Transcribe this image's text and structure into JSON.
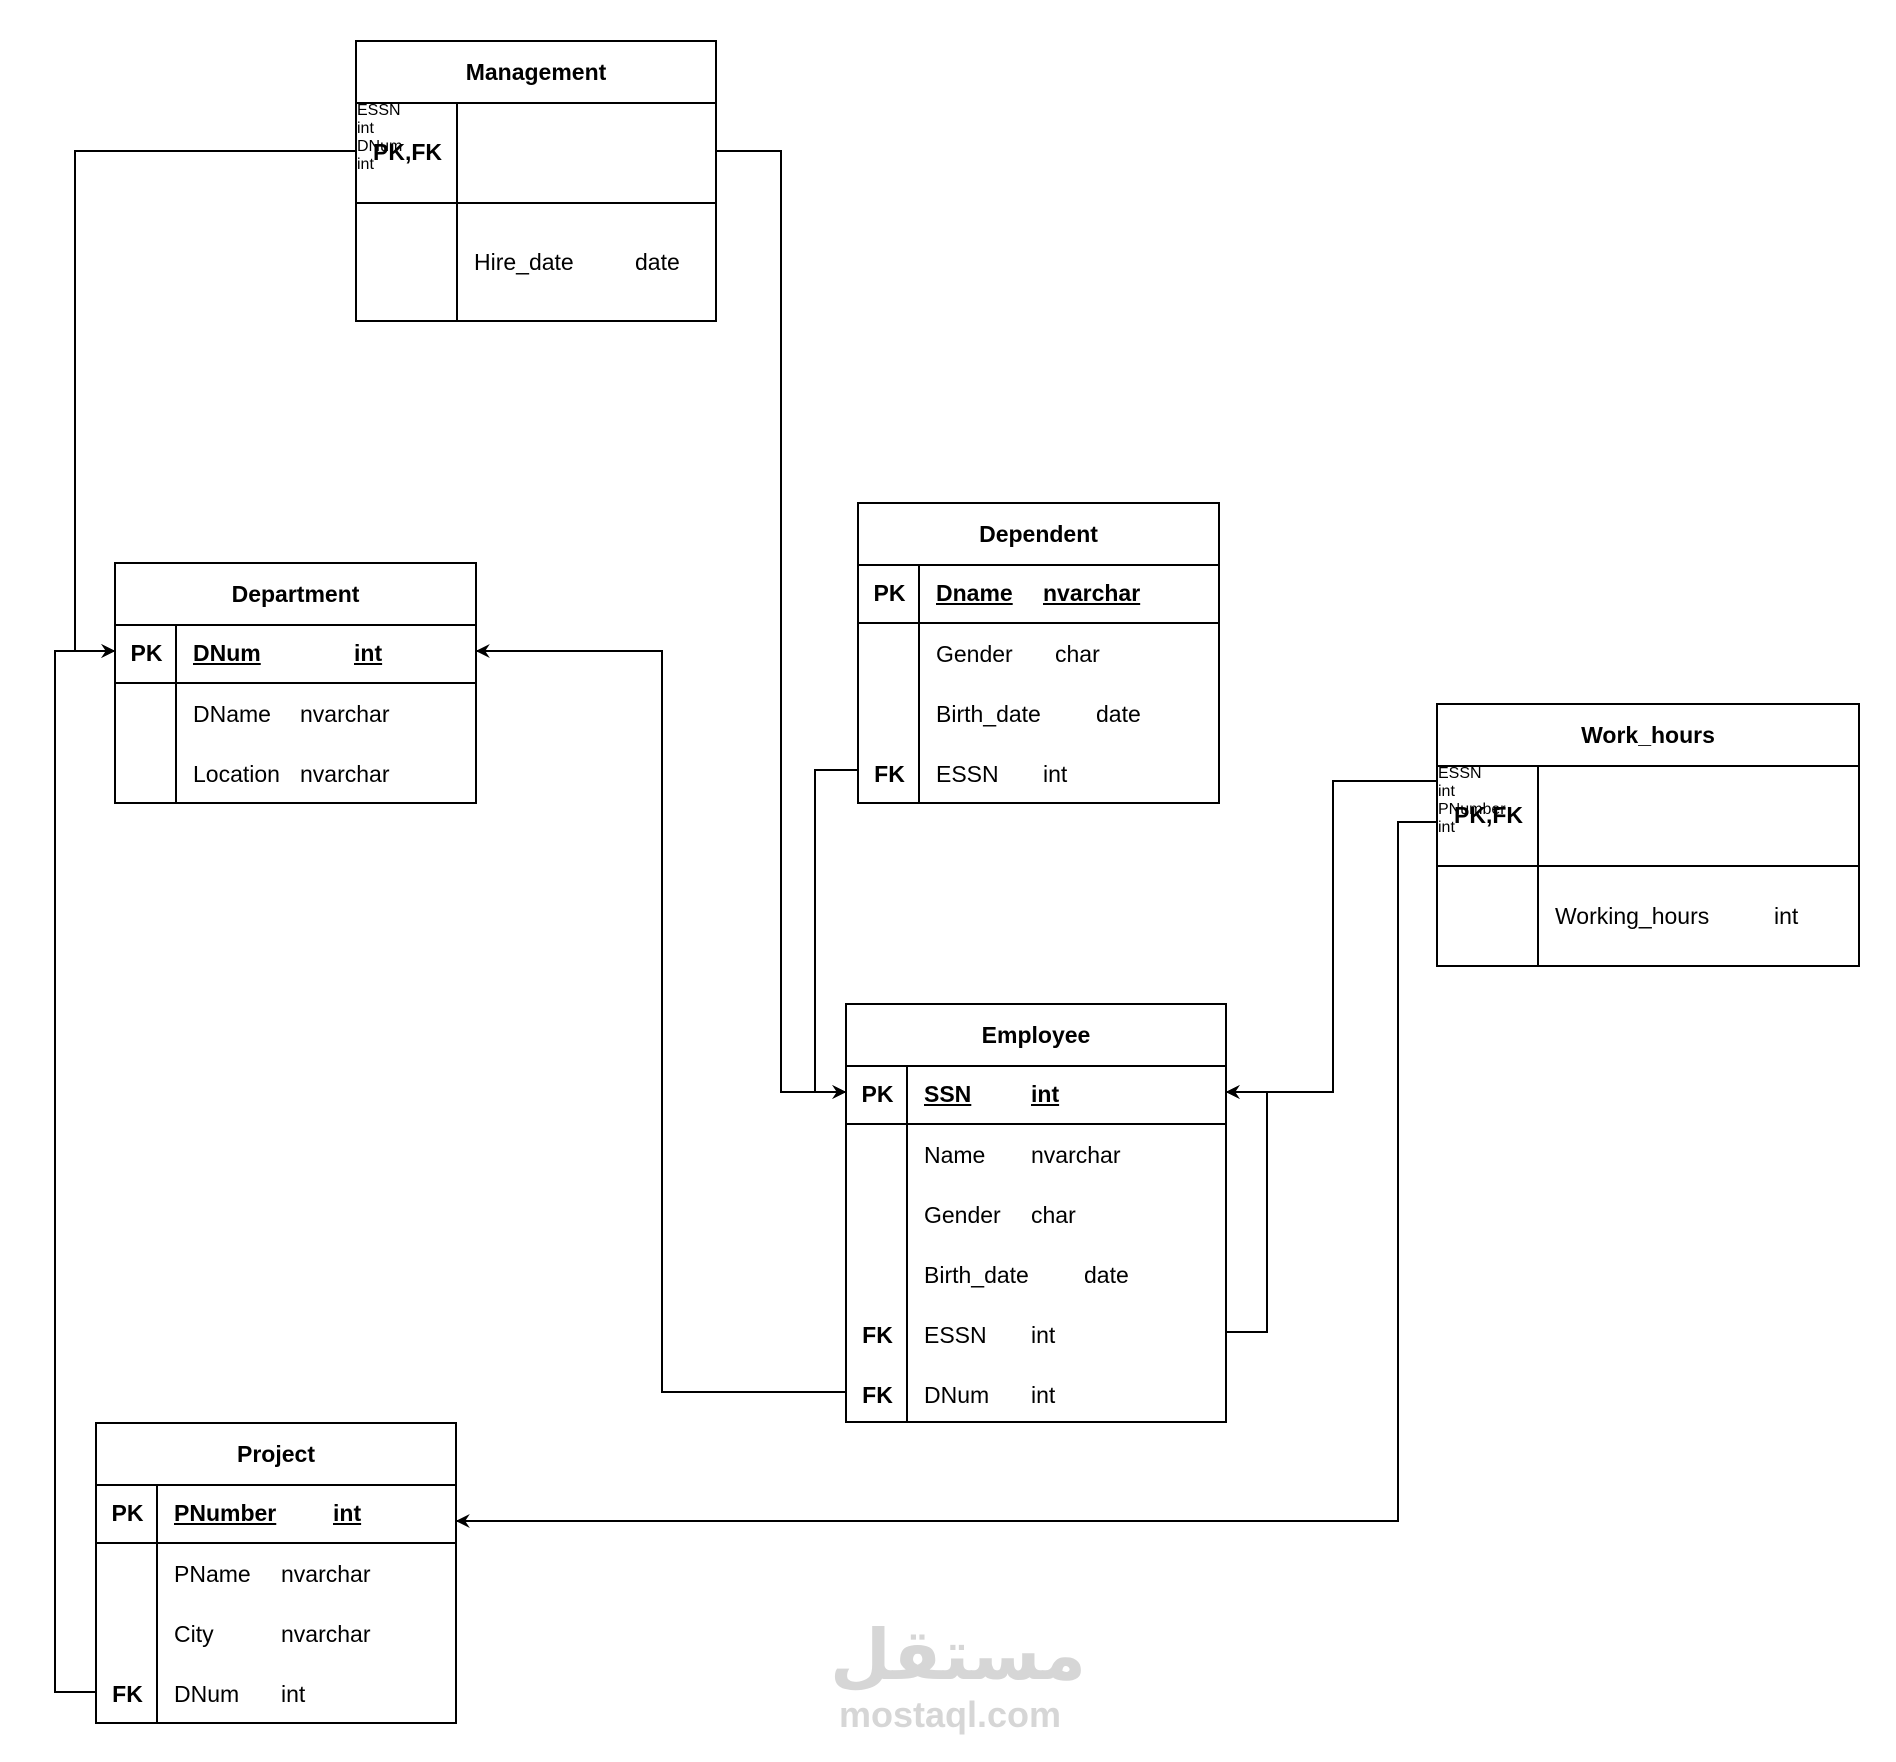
{
  "tables": {
    "management": {
      "title": "Management",
      "key_label": "PK,FK",
      "pk1_name": "ESSN",
      "pk1_type": "int",
      "pk2_name": "DNum",
      "pk2_type": "int",
      "attr1_name": "Hire_date",
      "attr1_type": "date"
    },
    "department": {
      "title": "Department",
      "pk_key": "PK",
      "pk_name": "DNum",
      "pk_type": "int",
      "attrs": [
        {
          "key": "",
          "name": "DName",
          "type": "nvarchar"
        },
        {
          "key": "",
          "name": "Location",
          "type": "nvarchar"
        }
      ]
    },
    "dependent": {
      "title": "Dependent",
      "pk_key": "PK",
      "pk_name": "Dname",
      "pk_type": "nvarchar",
      "attrs": [
        {
          "key": "",
          "name": "Gender",
          "type": "char"
        },
        {
          "key": "",
          "name": "Birth_date",
          "type": "date"
        },
        {
          "key": "FK",
          "name": "ESSN",
          "type": "int"
        }
      ]
    },
    "work_hours": {
      "title": "Work_hours",
      "key_label": "PK,FK",
      "pk1_name": "ESSN",
      "pk1_type": "int",
      "pk2_name": "PNumber",
      "pk2_type": "int",
      "attr1_name": "Working_hours",
      "attr1_type": "int"
    },
    "employee": {
      "title": "Employee",
      "pk_key": "PK",
      "pk_name": "SSN",
      "pk_type": "int",
      "attrs": [
        {
          "key": "",
          "name": "Name",
          "type": "nvarchar"
        },
        {
          "key": "",
          "name": "Gender",
          "type": "char"
        },
        {
          "key": "",
          "name": "Birth_date",
          "type": "date"
        },
        {
          "key": "FK",
          "name": "ESSN",
          "type": "int"
        },
        {
          "key": "FK",
          "name": "DNum",
          "type": "int"
        }
      ]
    },
    "project": {
      "title": "Project",
      "pk_key": "PK",
      "pk_name": "PNumber",
      "pk_type": "int",
      "attrs": [
        {
          "key": "",
          "name": "PName",
          "type": "nvarchar"
        },
        {
          "key": "",
          "name": "City",
          "type": "nvarchar"
        },
        {
          "key": "FK",
          "name": "DNum",
          "type": "int"
        }
      ]
    }
  },
  "watermark": {
    "arabic": "مستقل",
    "latin": "mostaql.com"
  }
}
